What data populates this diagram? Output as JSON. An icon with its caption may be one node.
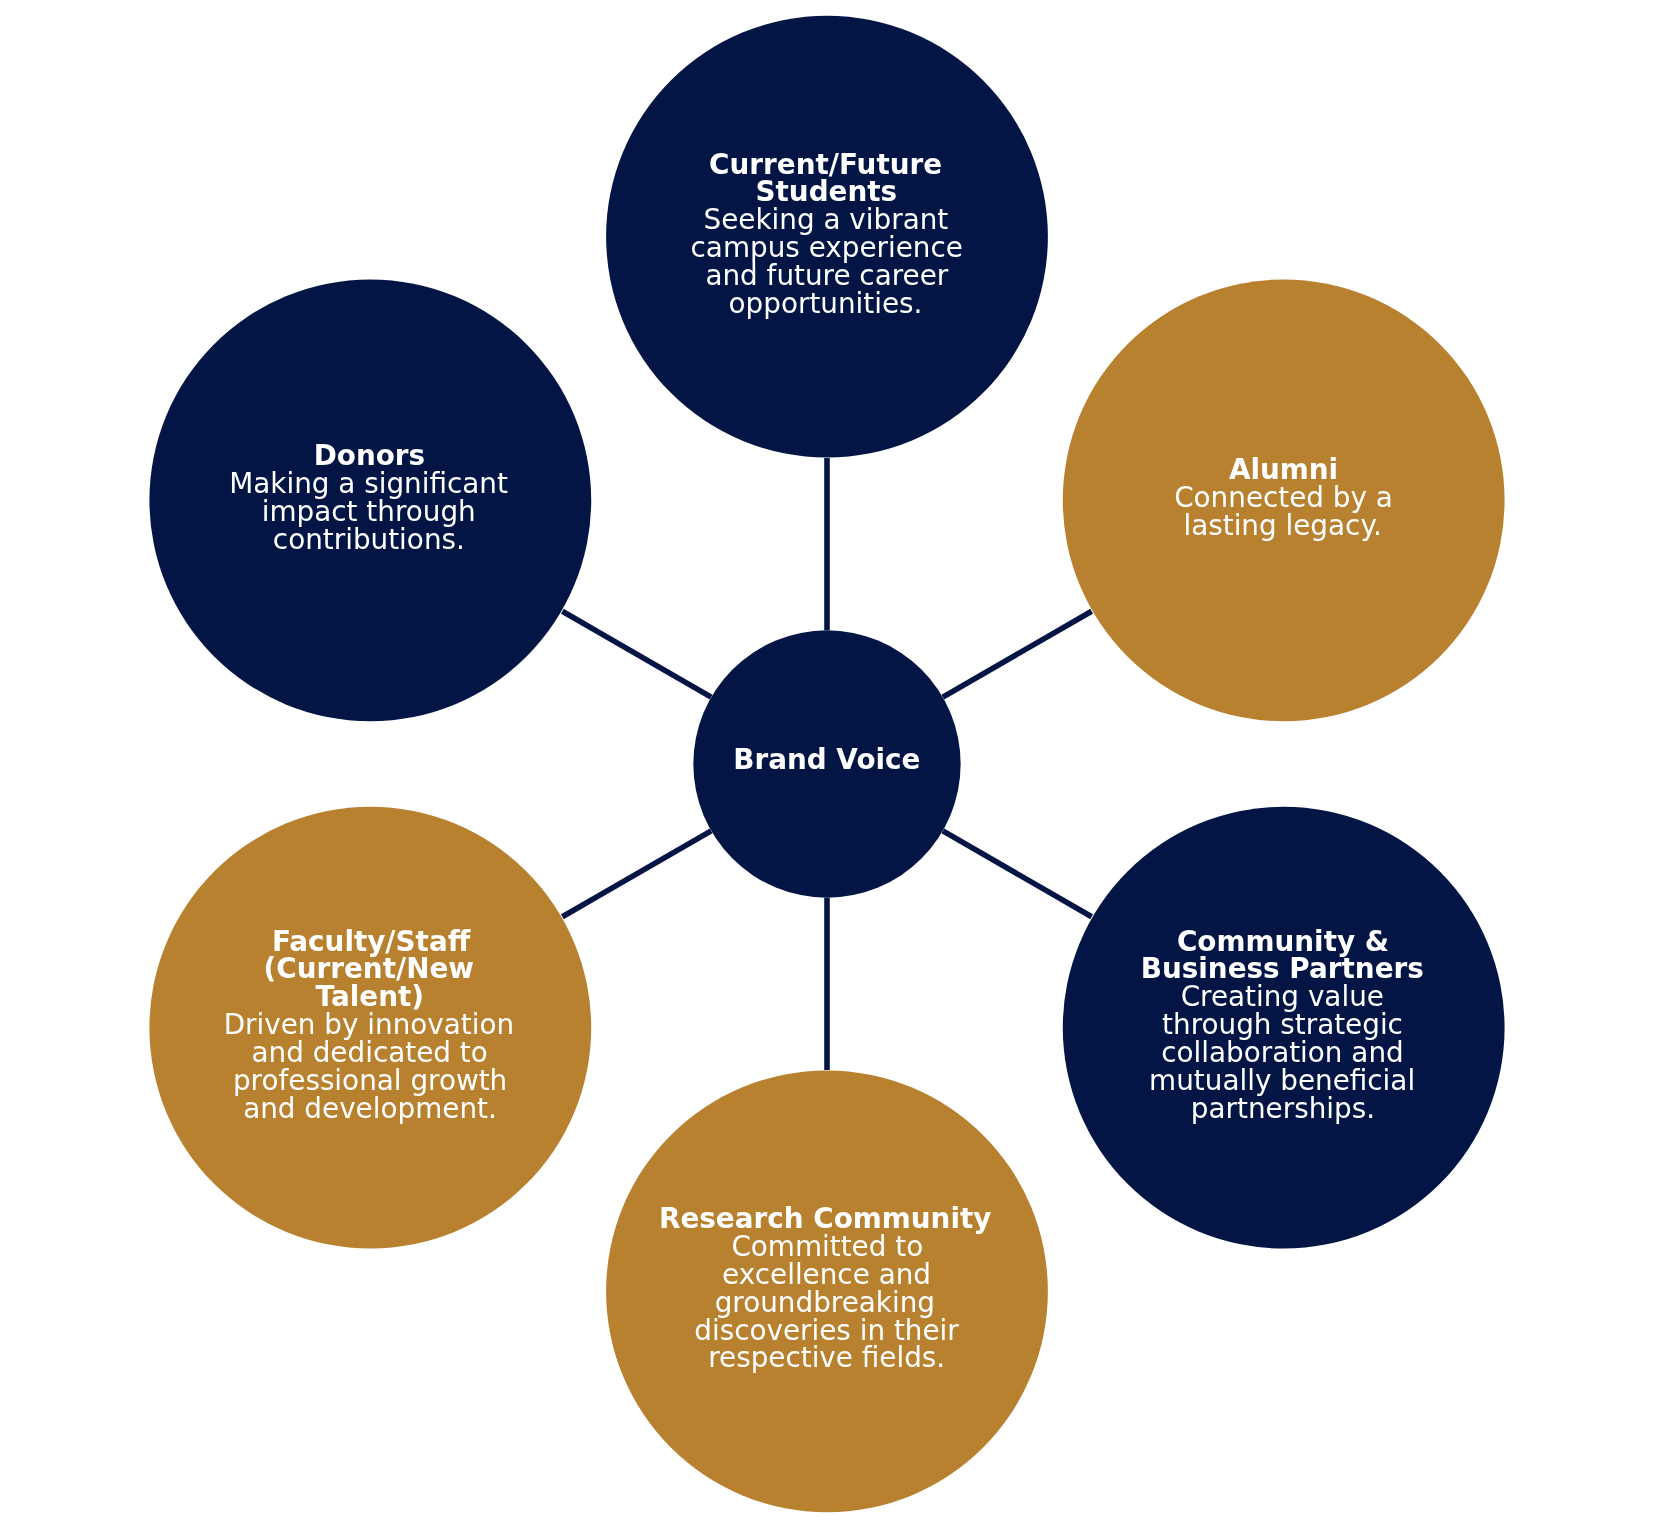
{
  "diagram": {
    "nodes": [
      {
        "text": [
          "Brand Voice"
        ]
      },
      {
        "text": [
          "Alumni",
          "Connected by a lasting legacy."
        ]
      },
      {
        "text": [
          "Current/Future Students",
          "Seeking a vibrant campus experience and future career opportunities."
        ]
      },
      {
        "text": [
          "Donors",
          "Making a significant impact through contributions."
        ]
      },
      {
        "text": [
          "Faculty/Staff (Current/New Talent)",
          "Driven by innovation and dedicated to professional growth and development."
        ]
      },
      {
        "text": [
          "Research Community",
          "Committed to excellence and groundbreaking discoveries in their respective fields."
        ]
      },
      {
        "text": [
          "Community & Business Partners",
          "Creating value through strategic collaboration and mutually beneficial partnerships."
        ]
      }
    ],
    "edges": [
      {
        "from": 0,
        "to": 1,
        "arrow": "none"
      },
      {
        "from": 0,
        "to": 3,
        "arrow": "none"
      },
      {
        "from": 0,
        "to": 5,
        "arrow": "none"
      },
      {
        "from": 0,
        "to": 6,
        "arrow": "none"
      },
      {
        "from": 0,
        "to": 4,
        "arrow": "none"
      },
      {
        "from": 0,
        "to": 2,
        "arrow": "none"
      }
    ]
  }
}
